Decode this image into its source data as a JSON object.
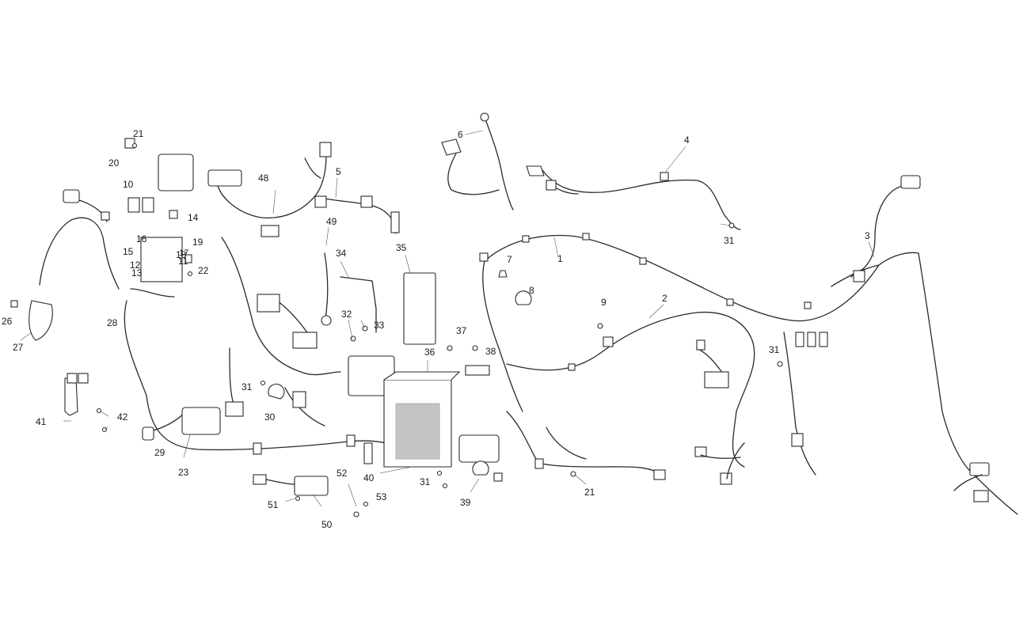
{
  "callouts": [
    {
      "id": "c1",
      "text": "1"
    },
    {
      "id": "c2",
      "text": "2"
    },
    {
      "id": "c3",
      "text": "3"
    },
    {
      "id": "c4",
      "text": "4"
    },
    {
      "id": "c5",
      "text": "5"
    },
    {
      "id": "c6",
      "text": "6"
    },
    {
      "id": "c7",
      "text": "7"
    },
    {
      "id": "c8",
      "text": "8"
    },
    {
      "id": "c9",
      "text": "9"
    },
    {
      "id": "c10",
      "text": "10"
    },
    {
      "id": "c11",
      "text": "11"
    },
    {
      "id": "c12",
      "text": "12"
    },
    {
      "id": "c13",
      "text": "13"
    },
    {
      "id": "c14",
      "text": "14"
    },
    {
      "id": "c15",
      "text": "15"
    },
    {
      "id": "c16",
      "text": "16"
    },
    {
      "id": "c17",
      "text": "17"
    },
    {
      "id": "c18",
      "text": "18"
    },
    {
      "id": "c19",
      "text": "19"
    },
    {
      "id": "c20",
      "text": "20"
    },
    {
      "id": "c21a",
      "text": "21"
    },
    {
      "id": "c21b",
      "text": "21"
    },
    {
      "id": "c22",
      "text": "22"
    },
    {
      "id": "c23",
      "text": "23"
    },
    {
      "id": "c26",
      "text": "26"
    },
    {
      "id": "c27",
      "text": "27"
    },
    {
      "id": "c28",
      "text": "28"
    },
    {
      "id": "c29",
      "text": "29"
    },
    {
      "id": "c30",
      "text": "30"
    },
    {
      "id": "c31a",
      "text": "31"
    },
    {
      "id": "c31b",
      "text": "31"
    },
    {
      "id": "c31c",
      "text": "31"
    },
    {
      "id": "c31d",
      "text": "31"
    },
    {
      "id": "c32",
      "text": "32"
    },
    {
      "id": "c33",
      "text": "33"
    },
    {
      "id": "c34",
      "text": "34"
    },
    {
      "id": "c35",
      "text": "35"
    },
    {
      "id": "c36",
      "text": "36"
    },
    {
      "id": "c37",
      "text": "37"
    },
    {
      "id": "c38",
      "text": "38"
    },
    {
      "id": "c39",
      "text": "39"
    },
    {
      "id": "c40",
      "text": "40"
    },
    {
      "id": "c41",
      "text": "41"
    },
    {
      "id": "c42",
      "text": "42"
    },
    {
      "id": "c48",
      "text": "48"
    },
    {
      "id": "c49",
      "text": "49"
    },
    {
      "id": "c50",
      "text": "50"
    },
    {
      "id": "c51",
      "text": "51"
    },
    {
      "id": "c52",
      "text": "52"
    },
    {
      "id": "c53",
      "text": "53"
    }
  ],
  "colors": {
    "line": "#2a2a2a",
    "label": "#1a1a1a",
    "background": "#ffffff"
  }
}
